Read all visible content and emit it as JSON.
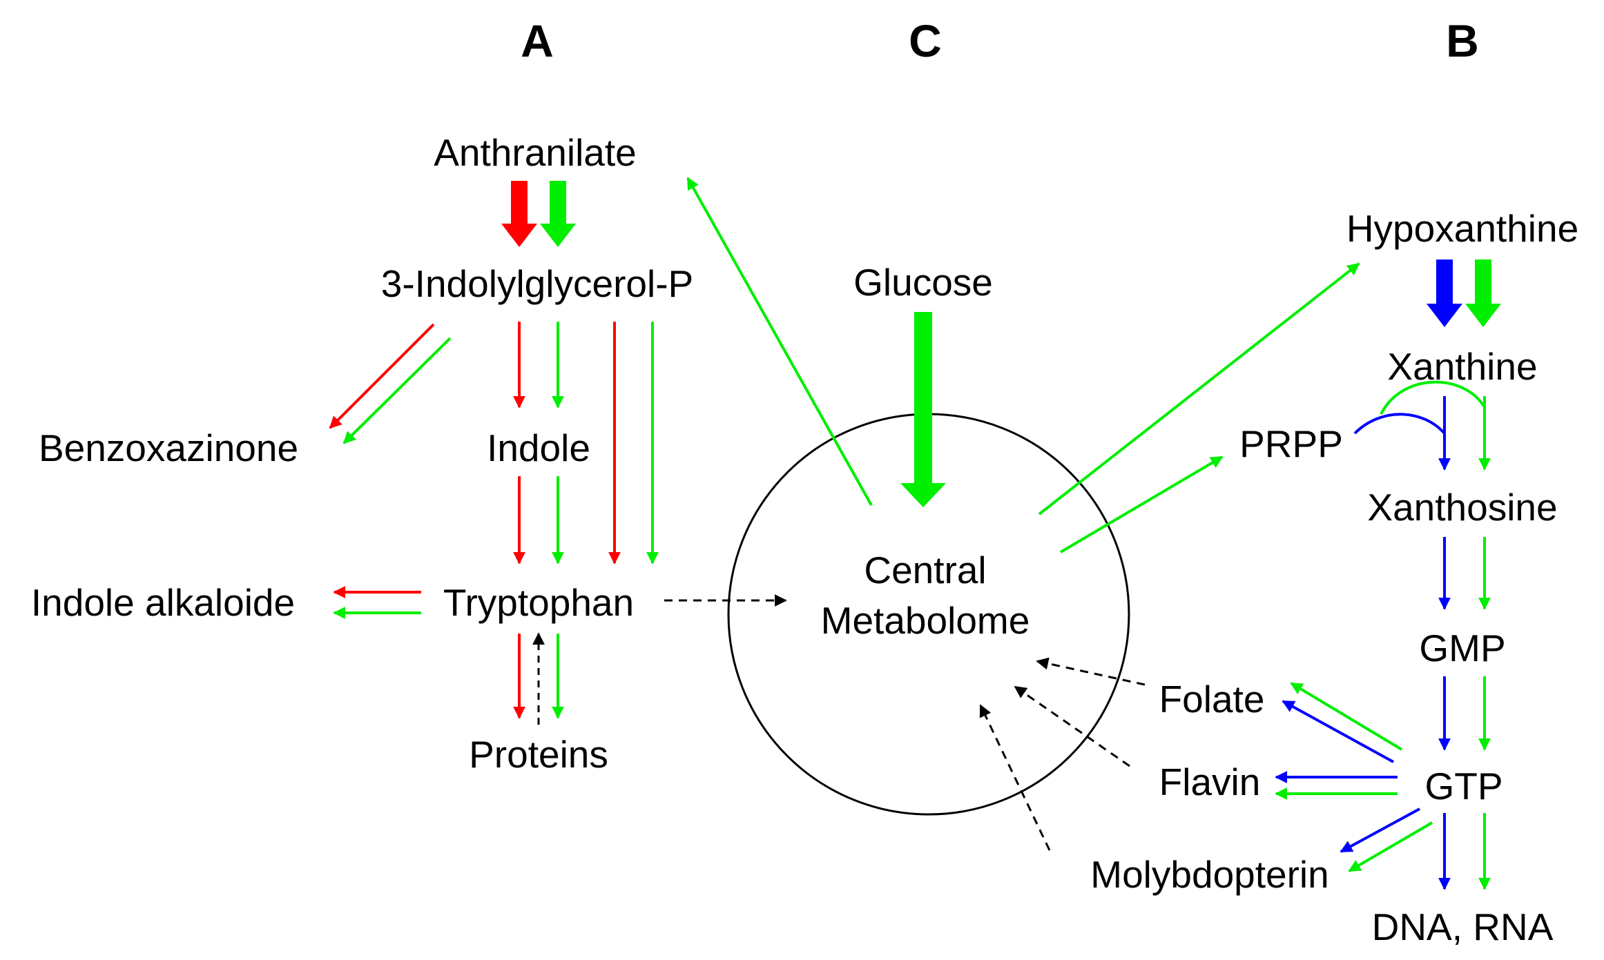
{
  "panels": {
    "A": "A",
    "C": "C",
    "B": "B"
  },
  "nodes": {
    "anthranilate": "Anthranilate",
    "indolylglycerol_p": "3-Indolylglycerol-P",
    "benzoxazinone": "Benzoxazinone",
    "indole": "Indole",
    "indole_alkaloide": "Indole alkaloide",
    "tryptophan": "Tryptophan",
    "proteins": "Proteins",
    "glucose": "Glucose",
    "central_metabolome_line1": "Central",
    "central_metabolome_line2": "Metabolome",
    "hypoxanthine": "Hypoxanthine",
    "xanthine": "Xanthine",
    "prpp": "PRPP",
    "xanthosine": "Xanthosine",
    "gmp": "GMP",
    "gtp": "GTP",
    "folate": "Folate",
    "flavin": "Flavin",
    "molybdopterin": "Molybdopterin",
    "dna_rna": "DNA, RNA"
  },
  "colors": {
    "red": "#ff0000",
    "green": "#00ee00",
    "blue": "#0000ff",
    "black": "#000000"
  }
}
